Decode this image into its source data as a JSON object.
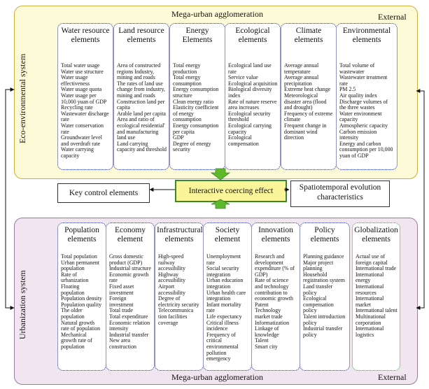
{
  "eco_system": {
    "label": "Eco-environmental system",
    "top_label": "Mega-urban agglomeration",
    "corner_label": "External",
    "cards": [
      {
        "title": "Water resource elements",
        "items": [
          "Total water usage",
          "Water use structure",
          "Water usage effectiveness",
          "Water usage quota",
          "Water usage per 10,000 yuan of GDP",
          "Recycling rate",
          "Wastewater discharge rate",
          "Water conservation rate",
          "Groundwater level and overdraft rate",
          "Water carrying capacity"
        ]
      },
      {
        "title": "Land resource elements",
        "items": [
          "Area of constructed regions Industry, mining and roads",
          "The rates of land use change from industry, mining and roads",
          "Construction land per capita",
          "Arable land per capita",
          "Area and ratio of ecological residential' and manufacturing land use",
          "Land carrying capacity and threshold"
        ]
      },
      {
        "title": "Energy Elements",
        "items": [
          "Total energy production",
          "Total energy consumption",
          "Energy consumption structure",
          "Clean energy ratio",
          "Elasticity coefficient of energy consumption",
          "Energy consumption per capita",
          "GDP",
          "Degree of energy security"
        ]
      },
      {
        "title": "Ecological elements",
        "items": [
          "Ecological land use rate",
          "Service value",
          "Ecological acquisition",
          "Biological diversity index",
          "Rate of nature reserve area increases",
          "Ecological security threshold",
          "Ecological carrying capacity",
          "Ecological compensation"
        ]
      },
      {
        "title": "Climate elements",
        "items": [
          "Average annual temperature",
          "Average annual precipitation",
          "Extreme heat change",
          "Meteorological disaster area (flood and drought)",
          "Frequency of extreme climate",
          "Frequent change in dominant wind direction"
        ]
      },
      {
        "title": "Environmental elements",
        "items": [
          "Total volume of wastewater",
          "Wastewater treatment rate",
          "PM 2.5",
          "Air quality index",
          "Discharge volumes of the three wastes",
          "Water environment capacity",
          "Atmospheric capacity",
          "Carbon emission intensity",
          "Energy and carbon consumption per 10,000 yuan of GDP"
        ]
      }
    ]
  },
  "middle": {
    "left_label": "Key control elements",
    "center_label": "Interactive coercing effect",
    "right_label": "Spatiotemporal evolution characteristics"
  },
  "urb_system": {
    "label": "Urbanization system",
    "bottom_label": "Mega-urban agglomeration",
    "corner_label": "External",
    "cards": [
      {
        "title": "Population elements",
        "items": [
          "Total population",
          "Urban permanent population",
          "Rate of urbanization",
          "Floating population",
          "Population density",
          "Population quality",
          "The older population",
          "Natural growth rate of population",
          "Mechanical growth rate of population"
        ]
      },
      {
        "title": "Economy element",
        "items": [
          "Gross domestic product (GDP)",
          "Industrial structure",
          "Economic growth rate",
          "Fixed asset investment",
          "Foreign investment",
          "Total trade",
          "Total expenditure",
          "Economic relation intensity",
          "Industrial transfer",
          "New area construction"
        ]
      },
      {
        "title": "Infrastructural elements",
        "items": [
          "High-speed railway accessibility",
          "Highway accessibility",
          "Airport accessibility",
          "Degree of electricity security",
          "Telecommunica tion facilities coverage"
        ]
      },
      {
        "title": "Society element",
        "items": [
          "Unemployment rate",
          "Social security integration",
          "Urban education integration",
          "Urban health care integration",
          "Infant mortality rate",
          "Life expectancy",
          "Critical illness incidence",
          "Frequency of critical environmental pollution emergency"
        ]
      },
      {
        "title": "Innovation elements",
        "items": [
          "Research and development expenditure (% of GDP)",
          "Rate of science and technology contribution to economic growth Patent",
          "Technology market trade",
          "Informatization",
          "Linkage of knowledge",
          "Talent",
          "Smart city"
        ]
      },
      {
        "title": "Policy elements",
        "items": [
          "Planning guidance",
          "Major project planning",
          "Household registration system",
          "Land transfer policy",
          "Ecological compensation policy",
          "Talent introduction policy",
          "Industrial transfer policy"
        ]
      },
      {
        "title": "Globalization elements",
        "items": [
          "Actual use of foreign capital",
          "International trade",
          "International energy",
          "International resources",
          "International market",
          "International talent",
          "Multinational corporation",
          "International logistics"
        ]
      }
    ]
  }
}
